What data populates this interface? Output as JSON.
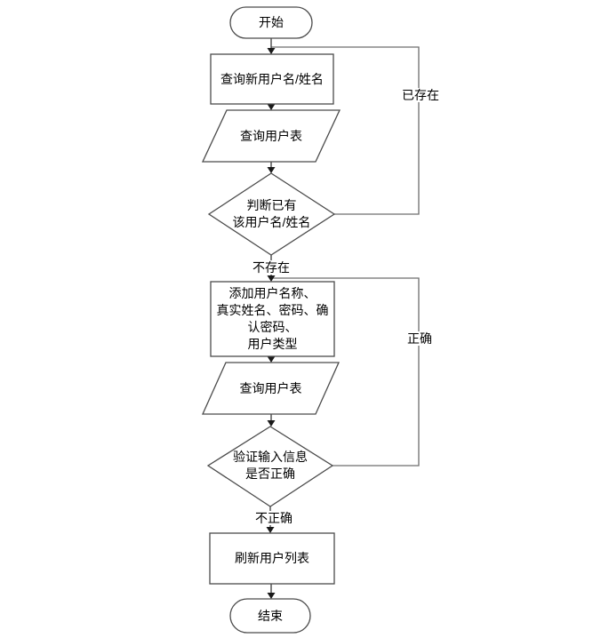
{
  "diagram": {
    "type": "flowchart",
    "nodes": {
      "start": {
        "shape": "terminator",
        "label": "开始"
      },
      "query_new_user": {
        "shape": "process",
        "label": "查询新用户名/姓名"
      },
      "query_table_1": {
        "shape": "data",
        "label": "查询用户表"
      },
      "check_exists": {
        "shape": "decision",
        "label": "判断已有\n该用户名/姓名"
      },
      "add_user": {
        "shape": "process",
        "label": "添加用户名称、\n真实姓名、密码、确\n认密码、\n用户类型"
      },
      "query_table_2": {
        "shape": "data",
        "label": "查询用户表"
      },
      "verify_input": {
        "shape": "decision",
        "label": "验证输入信息\n是否正确"
      },
      "refresh_list": {
        "shape": "process",
        "label": "刷新用户列表"
      },
      "end": {
        "shape": "terminator",
        "label": "结束"
      }
    },
    "edge_labels": {
      "exists": "已存在",
      "not_exists": "不存在",
      "correct": "正确",
      "incorrect": "不正确"
    },
    "colors": {
      "background": "#ffffff",
      "shape_fill": "#ffffff",
      "stroke": "#4b4b4b",
      "arrow": "#1a1a1a",
      "text": "#000000"
    }
  }
}
